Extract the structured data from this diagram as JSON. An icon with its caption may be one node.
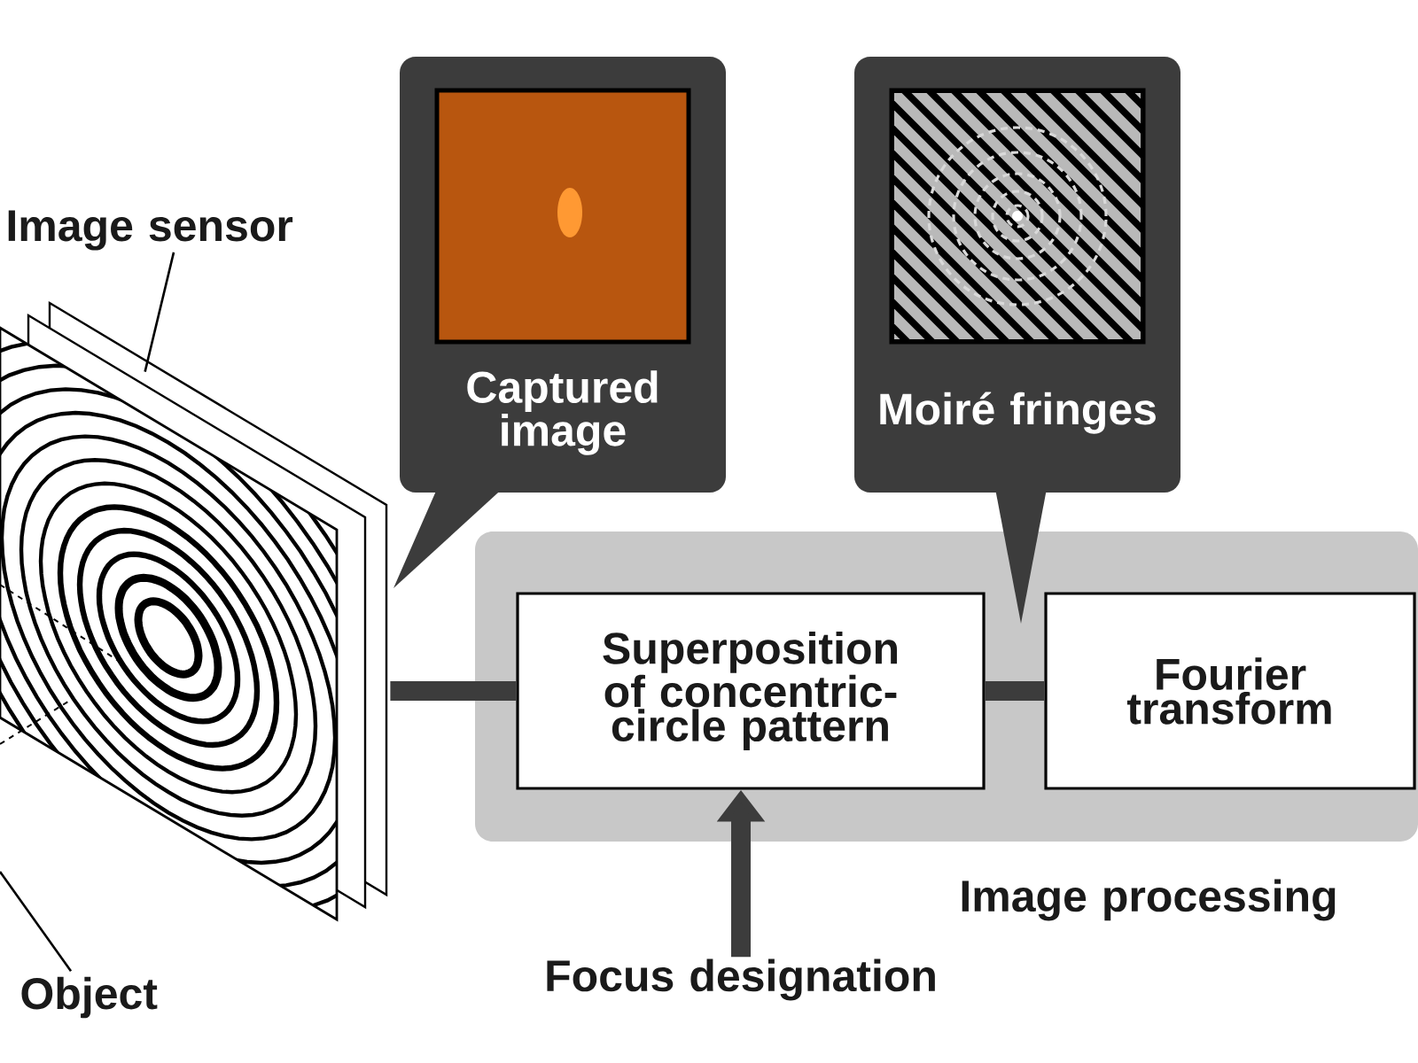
{
  "diagram": {
    "nodes": [
      {
        "text": [
          "Image processing"
        ]
      },
      {
        "text": [
          "Superposition of concentric-circle pattern"
        ],
        "in": 0
      },
      {
        "text": [
          "Fourier transform"
        ],
        "in": 0
      },
      {
        "text": [
          "Captured image"
        ]
      },
      {
        "text": [
          "Moiré fringes"
        ]
      },
      {
        "text": [
          "Image sensor"
        ]
      },
      {
        "text": [],
        "shape": "picture"
      },
      {
        "text": [
          "Object"
        ]
      },
      {
        "text": [
          "Focus designation"
        ]
      }
    ],
    "edges": [
      {
        "from": 6,
        "to": 1,
        "arrow": "none"
      },
      {
        "from": 1,
        "to": 2,
        "arrow": "none"
      },
      {
        "from": 8,
        "to": 1,
        "arrow": "to"
      },
      {
        "from": 5,
        "to": 6,
        "arrow": "none",
        "color": "#000000"
      },
      {
        "from": 7,
        "to": null,
        "arrow": "none",
        "color": "#000000"
      }
    ]
  }
}
